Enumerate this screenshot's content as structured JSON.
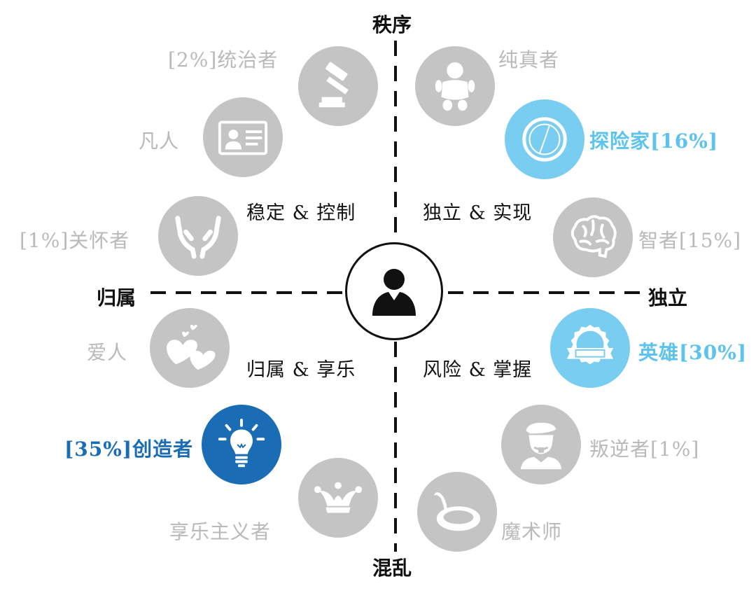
{
  "axes": {
    "top": "秩序",
    "bottom": "混乱",
    "left": "归属",
    "right": "独立"
  },
  "quadrants": {
    "top_left": "稳定 & 控制",
    "top_right": "独立 & 实现",
    "bottom_left": "归属 & 享乐",
    "bottom_right": "风险 & 掌握"
  },
  "archetypes": {
    "ruler": {
      "label": "[2%]统治者",
      "icon": "gavel-icon"
    },
    "innocent": {
      "label": "纯真者",
      "icon": "baby-icon"
    },
    "everyman": {
      "label": "凡人",
      "icon": "id-card-icon"
    },
    "explorer": {
      "label": "探险家[16%]",
      "icon": "compass-icon"
    },
    "caregiver": {
      "label": "[1%]关怀者",
      "icon": "caring-hands-icon"
    },
    "sage": {
      "label": "智者[15%]",
      "icon": "brain-icon"
    },
    "lover": {
      "label": "爱人",
      "icon": "hearts-icon"
    },
    "hero": {
      "label": "英雄[30%]",
      "icon": "badge-ribbon-icon"
    },
    "creator": {
      "label": "[35%]创造者",
      "icon": "lightbulb-icon"
    },
    "rebel": {
      "label": "叛逆者[1%]",
      "icon": "rebel-beret-icon"
    },
    "jester": {
      "label": "享乐主义者",
      "icon": "jester-hat-icon"
    },
    "magician": {
      "label": "魔术师",
      "icon": "magic-hat-icon"
    }
  },
  "center": {
    "icon": "person-icon"
  },
  "colors": {
    "inactive": "#c4c4c4",
    "inactive_text": "#b9b9b9",
    "highlight_light": "#79cdf0",
    "highlight_light_text": "#5cc2ee",
    "highlight_dark": "#1a6db5",
    "axis": "#111111"
  }
}
